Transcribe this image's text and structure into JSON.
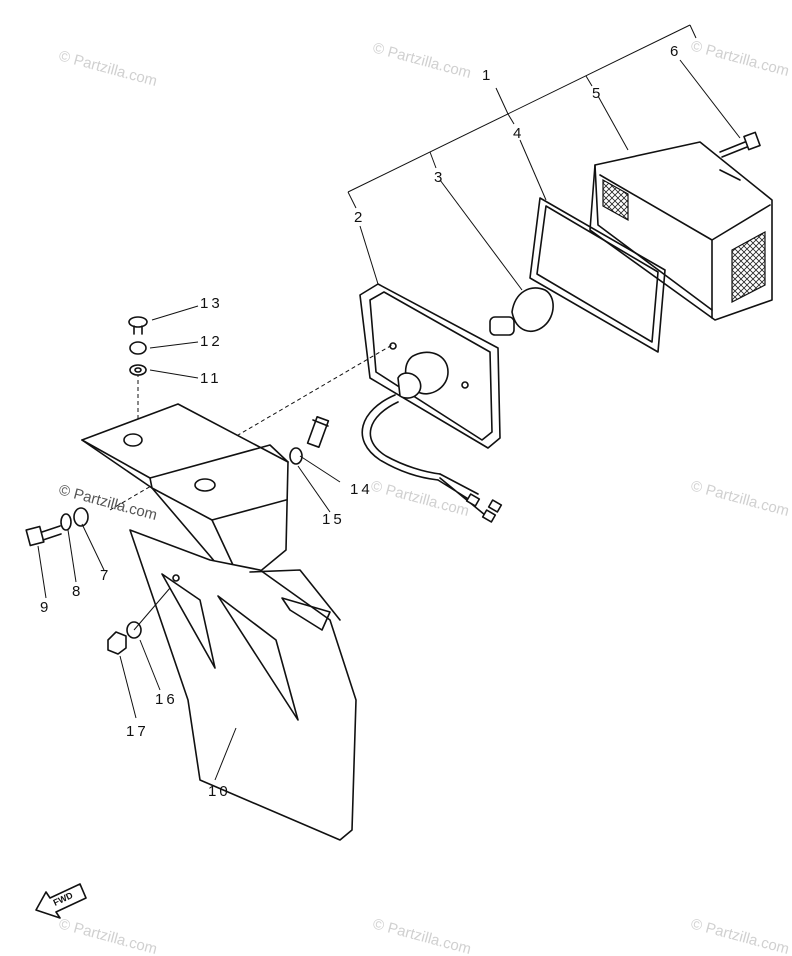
{
  "watermark": "© Partzilla.com",
  "fwd_label": "FWD",
  "callouts": {
    "c1": "1",
    "c2": "2",
    "c3": "3",
    "c4": "4",
    "c5": "5",
    "c6": "6",
    "c7": "7",
    "c8": "8",
    "c9": "9",
    "c10": "10",
    "c11": "11",
    "c12": "12",
    "c13": "13",
    "c14": "14",
    "c15": "15",
    "c16": "16",
    "c17": "17"
  }
}
